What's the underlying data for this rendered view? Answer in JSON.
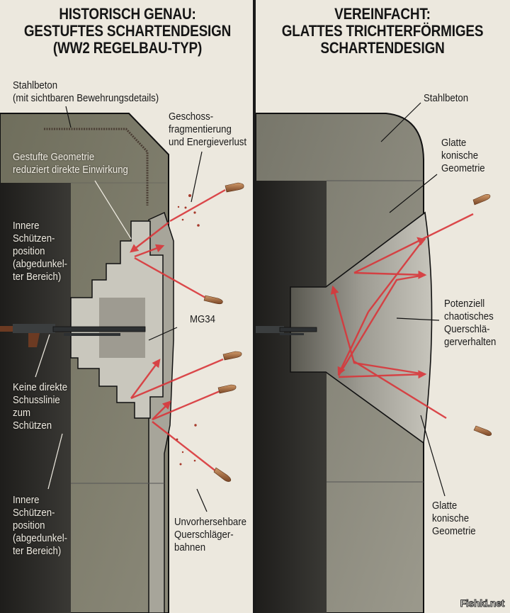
{
  "left_panel": {
    "title_lines": [
      "HISTORISCH GENAU:",
      "GESTUFTES SCHARTENDESIGN",
      "(WW2 REGELBAU-TYP)"
    ],
    "labels": {
      "stahlbeton": [
        "Stahlbeton",
        "(mit sichtbaren Bewehrungsdetails)"
      ],
      "fragmentation": [
        "Geschoss-",
        "fragmentierung",
        "und Energieverlust"
      ],
      "stepped_geometry": [
        "Gestufte Geometrie",
        "reduziert direkte Einwirkung"
      ],
      "inner_position_top": [
        "Innere",
        "Schützen-",
        "position",
        "(abgedunkel-",
        "ter Bereich)"
      ],
      "mg34": "MG34",
      "no_direct_line": [
        "Keine direkte",
        "Schusslinie",
        "zum",
        "Schützen"
      ],
      "inner_position_bottom": [
        "Innere",
        "Schützen-",
        "position",
        "(abgedunkel-",
        "ter Bereich)"
      ],
      "ricochet_paths": [
        "Unvorhersehbare",
        "Querschläger-",
        "bahnen"
      ]
    }
  },
  "right_panel": {
    "title_lines": [
      "VEREINFACHT:",
      "GLATTES TRICHTERFÖRMIGES",
      "SCHARTENDESIGN"
    ],
    "labels": {
      "stahlbeton": [
        "Stahlbeton"
      ],
      "smooth_conical_top": [
        "Glatte",
        "konische",
        "Geometrie"
      ],
      "chaotic_ricochet": [
        "Potenziell",
        "chaotisches",
        "Querschlä-",
        "gerverhalten"
      ],
      "smooth_conical_bottom": [
        "Glatte",
        "konische",
        "Geometrie"
      ]
    }
  },
  "watermark": "Fishki.net",
  "colors": {
    "background": "#ece8de",
    "concrete": "#7d7c6c",
    "concrete_light": "#a9a79a",
    "interior_dark": "#2a2926",
    "ricochet_red": "#d9363a",
    "bullet": "#a8683d",
    "text": "#1a1a1a"
  }
}
